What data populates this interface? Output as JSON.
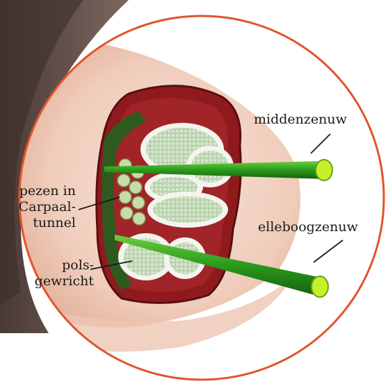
{
  "labels": {
    "median_nerve": "middenzenuw",
    "ulnar_nerve": "elleboogzenuw",
    "tendons": [
      "pezen in",
      "Carpaal-",
      "tunnel"
    ],
    "wrist_joint": [
      "pols-",
      "gewricht"
    ]
  },
  "colors": {
    "circle_outline": "#e2532a",
    "skin": "#f3d6c7",
    "forearm_dark": "#5b4a45",
    "flesh_red": "#8e1a1e",
    "bone_fill": "#cfe0c7",
    "bone_rim": "#f4f4ee",
    "nerve_green": "#2a9a1c",
    "nerve_tip": "#c6f02a",
    "leader_line": "#1a1a1a"
  }
}
